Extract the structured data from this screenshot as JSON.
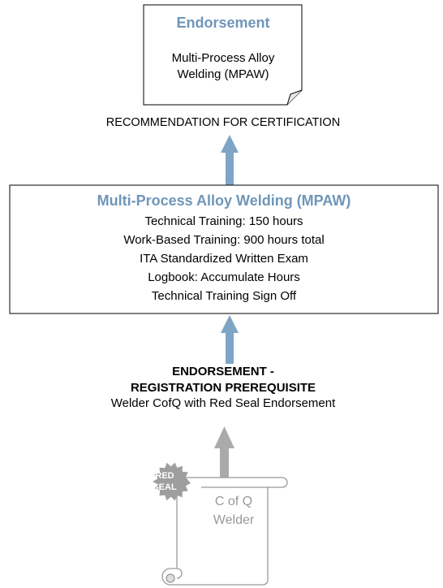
{
  "endorsement_box": {
    "title": "Endorsement",
    "lines": [
      "Multi-Process Alloy",
      "Welding (MPAW)"
    ]
  },
  "recommendation": "RECOMMENDATION FOR CERTIFICATION",
  "program_box": {
    "title": "Multi-Process Alloy Welding (MPAW)",
    "lines": [
      "Technical Training:  150 hours",
      "Work-Based Training:  900 hours total",
      "ITA Standardized Written Exam",
      "Logbook: Accumulate Hours",
      "Technical Training Sign Off"
    ]
  },
  "prerequisite": {
    "heading_line1": "ENDORSEMENT -",
    "heading_line2": "REGISTRATION PREREQUISITE",
    "detail": "Welder CofQ with Red Seal Endorsement"
  },
  "certificate": {
    "seal_line1": "RED",
    "seal_line2": "SEAL",
    "line1": "C of Q",
    "line2": "Welder"
  },
  "colors": {
    "accent_blue": "#6f96b9",
    "arrow_blue": "#7ea5c5",
    "arrow_gray": "#aaaaaa",
    "seal_gray": "#9e9e9e",
    "certificate_text_gray": "#999999"
  }
}
